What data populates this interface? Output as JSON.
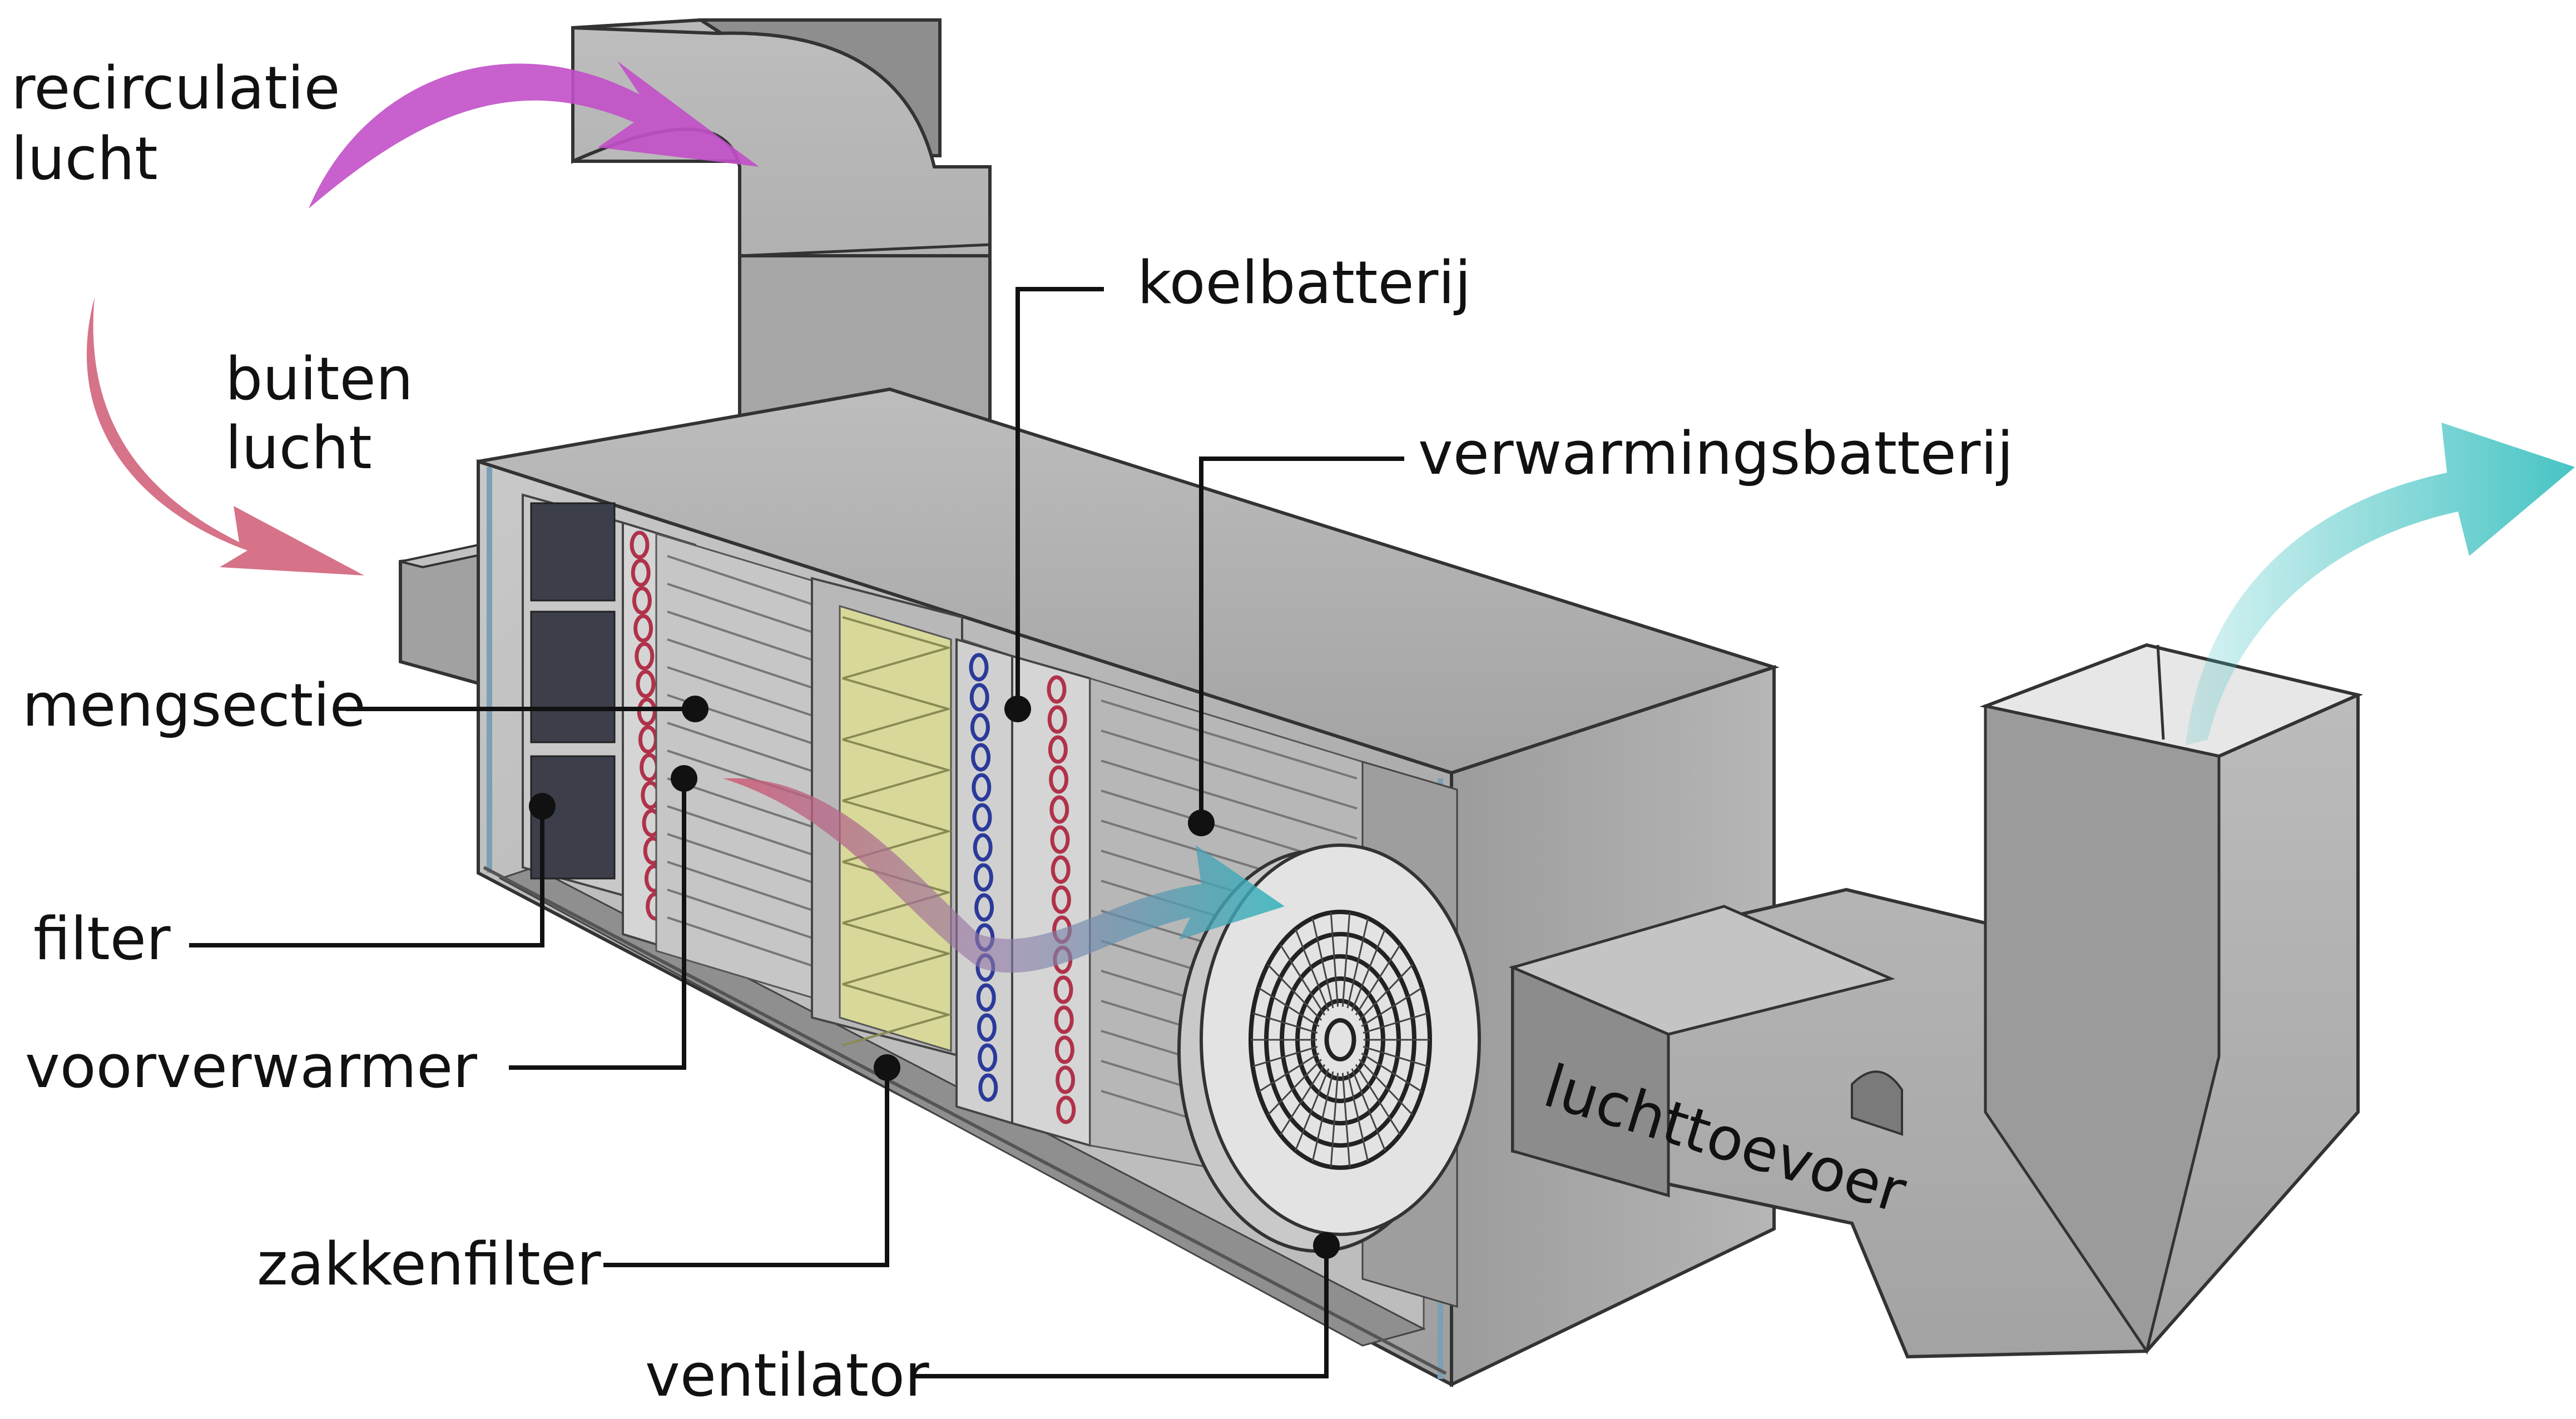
{
  "labels": {
    "recirculation_line1": "recirculatie",
    "recirculation_line2": "lucht",
    "outside_line1": "buiten",
    "outside_line2": "lucht",
    "cooling_coil": "koelbatterij",
    "heating_coil": "verwarmingsbatterij",
    "mixing_section": "mengsectie",
    "filter": "filter",
    "preheater": "voorverwarmer",
    "bag_filter": "zakkenfilter",
    "fan": "ventilator",
    "supply_air": "luchttoevoer"
  },
  "colors": {
    "recirculation_arrow": "#c24fc8",
    "outside_arrow": "#cf5a74",
    "supply_arrow": "#3ec1c1",
    "duct_gray": "#a9a9a9",
    "leader_line": "#111111",
    "bag_filter_fill": "#d8d89a",
    "filter_panel": "#3c3f4a"
  }
}
